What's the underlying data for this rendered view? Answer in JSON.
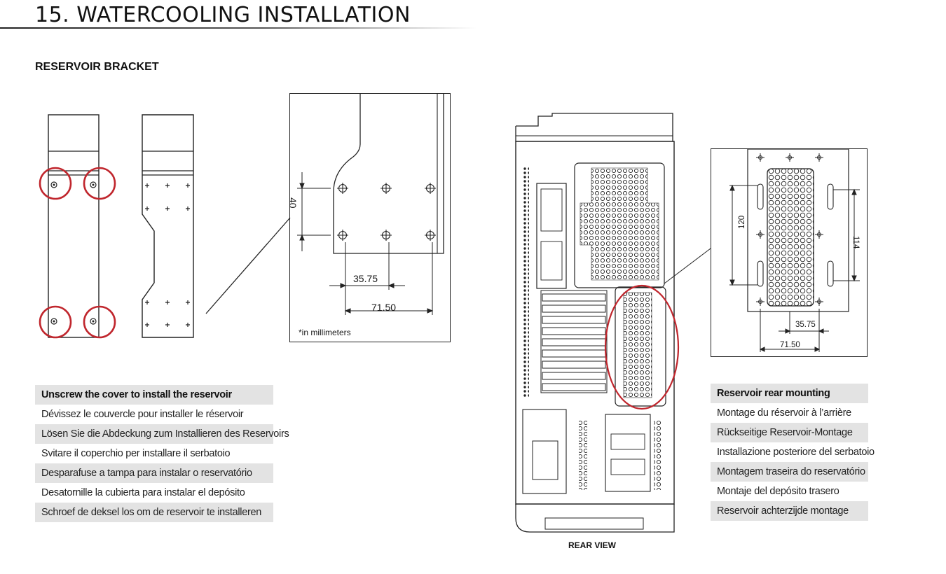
{
  "page": {
    "title": "15. WATERCOOLING INSTALLATION",
    "section": "RESERVOIR BRACKET",
    "rear_view_caption": "REAR VIEW"
  },
  "detail": {
    "dim_vertical": "40",
    "dim_short": "35.75",
    "dim_long": "71.50",
    "units_note": "*in millimeters"
  },
  "rear_detail": {
    "dim_left": "120",
    "dim_right": "114",
    "dim_short": "35.75",
    "dim_long": "71.50"
  },
  "instructions_left": [
    "Unscrew the cover to install the reservoir",
    "Dévissez le couvercle pour installer le réservoir",
    "Lösen Sie die Abdeckung zum Installieren des Reservoirs",
    "Svitare il coperchio per installare il serbatoio",
    "Desparafuse a tampa para instalar o reservatório",
    "Desatornille la cubierta para instalar el depósito",
    "Schroef de deksel los om de reservoir te installeren"
  ],
  "instructions_right": [
    "Reservoir rear mounting",
    "Montage du réservoir à l’arrière",
    "Rückseitige Reservoir-Montage",
    "Installazione posteriore del serbatoio",
    "Montagem traseira do reservatório",
    "Montaje del depósito trasero",
    "Reservoir achterzijde montage"
  ],
  "colors": {
    "highlight_circle": "#c0262d",
    "strip_gray": "#e3e3e3",
    "line": "#222222"
  },
  "icons": [
    "screw-icon",
    "mount-hole-icon"
  ]
}
